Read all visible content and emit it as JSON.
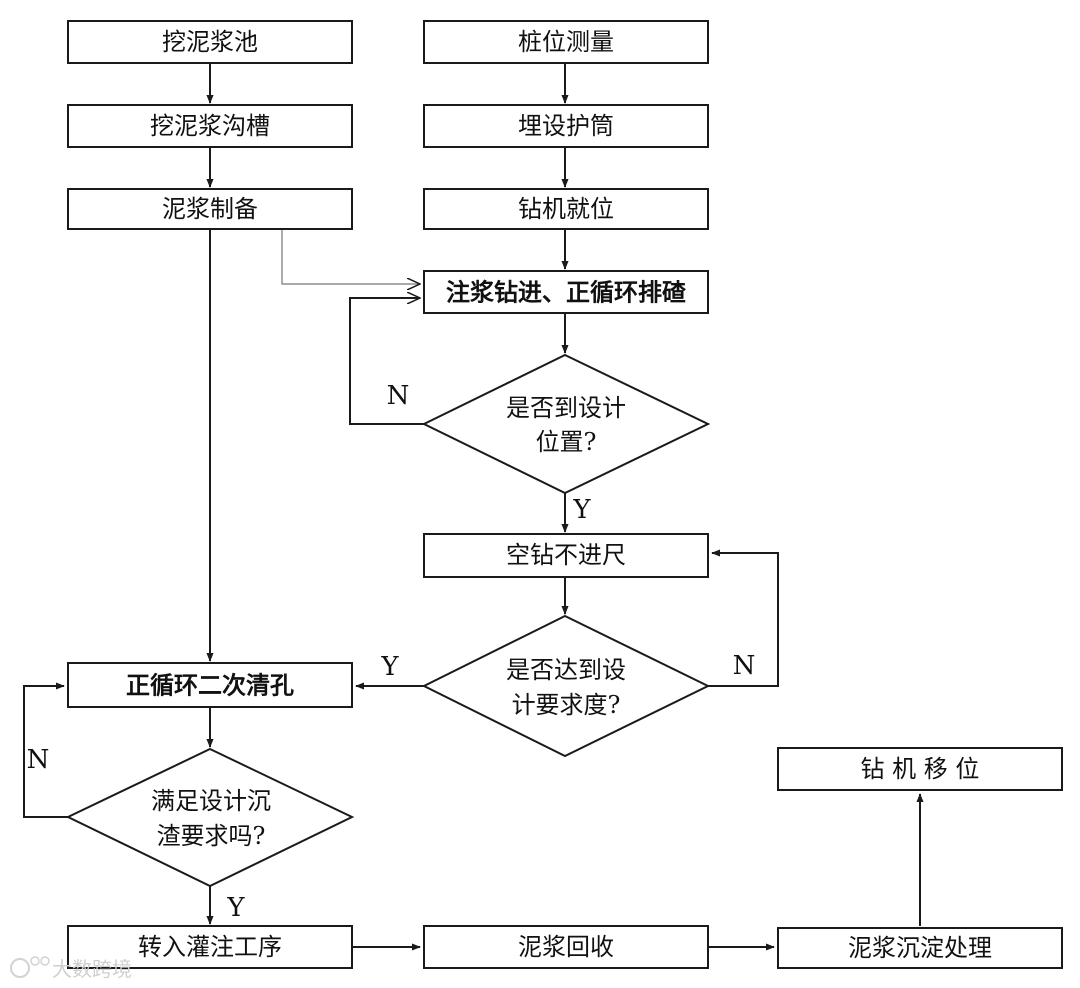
{
  "nodes": {
    "dig_pit": "挖泥浆池",
    "dig_trench": "挖泥浆沟槽",
    "slurry_prep": "泥浆制备",
    "pile_survey": "桩位测量",
    "casing": "埋设护筒",
    "rig_position": "钻机就位",
    "drilling": "注浆钻进、正循环排碴",
    "check_position": [
      "是否到设计",
      "位置?"
    ],
    "idle_drill": "空钻不进尺",
    "check_depth": [
      "是否达到设",
      "计要求度?"
    ],
    "second_clean": "正循环二次清孔",
    "check_sediment": [
      "满足设计沉",
      "渣要求吗?"
    ],
    "to_pouring": "转入灌注工序",
    "slurry_recovery": "泥浆回收",
    "slurry_settle": "泥浆沉淀处理",
    "rig_move": "钻 机 移 位"
  },
  "labels": {
    "yes": "Y",
    "no": "N"
  },
  "watermark": "大数跨境"
}
